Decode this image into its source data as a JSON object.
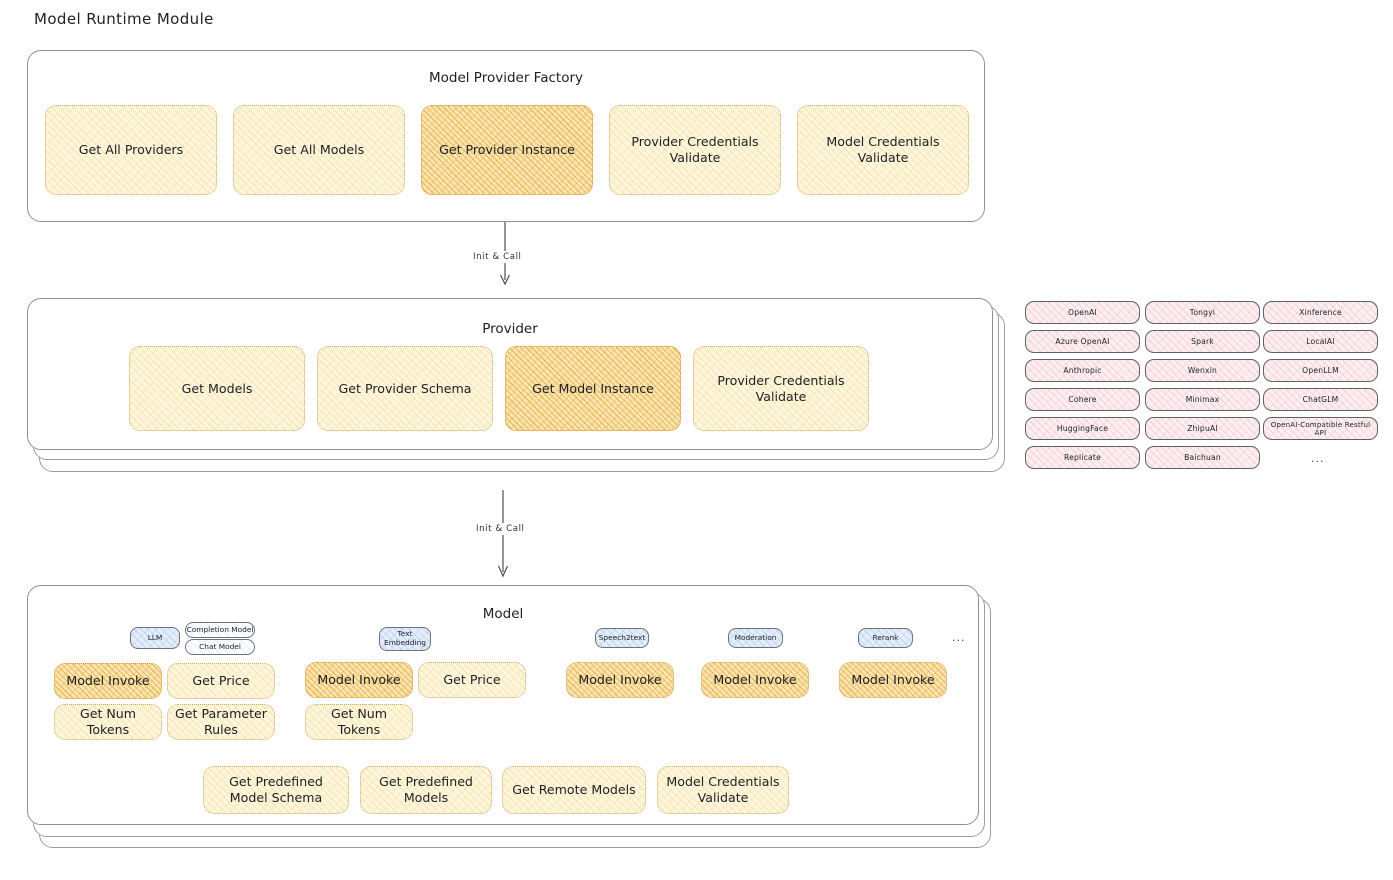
{
  "page": {
    "title": "Model Runtime Module"
  },
  "colors": {
    "highlight_fill": "#fae5b6",
    "normal_fill": "#fdf6df",
    "provider_chip_fill": "#fdeff1",
    "model_type_fill": "#e4eefa",
    "border": "#8d9196"
  },
  "factory": {
    "title": "Model Provider Factory",
    "items": [
      {
        "label": "Get All Providers",
        "highlighted": false
      },
      {
        "label": "Get All Models",
        "highlighted": false
      },
      {
        "label": "Get Provider Instance",
        "highlighted": true
      },
      {
        "label": "Provider Credentials Validate",
        "highlighted": false
      },
      {
        "label": "Model Credentials Validate",
        "highlighted": false
      }
    ]
  },
  "arrows": [
    {
      "label": "Init & Call"
    },
    {
      "label": "Init & Call"
    }
  ],
  "provider": {
    "title": "Provider",
    "items": [
      {
        "label": "Get Models",
        "highlighted": false
      },
      {
        "label": "Get Provider Schema",
        "highlighted": false
      },
      {
        "label": "Get Model Instance",
        "highlighted": true
      },
      {
        "label": "Provider Credentials Validate",
        "highlighted": false
      }
    ]
  },
  "provider_list": {
    "column1": [
      "OpenAI",
      "Azure OpenAI",
      "Anthropic",
      "Cohere",
      "HuggingFace",
      "Replicate"
    ],
    "column2": [
      "Tongyi",
      "Spark",
      "Wenxin",
      "Minimax",
      "ZhipuAI",
      "Baichuan"
    ],
    "column3": [
      "Xinference",
      "LocalAI",
      "OpenLLM",
      "ChatGLM",
      "OpenAI-Compatible Restful API"
    ],
    "more": "..."
  },
  "model": {
    "title": "Model",
    "more": "...",
    "types": [
      {
        "name": "LLM",
        "sub": [
          "Completion Model",
          "Chat Model"
        ],
        "functions": [
          "Model Invoke",
          "Get Price",
          "Get Num Tokens",
          "Get Parameter Rules"
        ]
      },
      {
        "name": "Text Embedding",
        "sub": [],
        "functions": [
          "Model Invoke",
          "Get Price",
          "Get Num Tokens"
        ]
      },
      {
        "name": "Speech2text",
        "sub": [],
        "functions": [
          "Model Invoke"
        ]
      },
      {
        "name": "Moderation",
        "sub": [],
        "functions": [
          "Model Invoke"
        ]
      },
      {
        "name": "Rerank",
        "sub": [],
        "functions": [
          "Model Invoke"
        ]
      }
    ],
    "shared_functions": [
      "Get Predefined Model Schema",
      "Get Predefined Models",
      "Get Remote Models",
      "Model Credentials Validate"
    ]
  }
}
